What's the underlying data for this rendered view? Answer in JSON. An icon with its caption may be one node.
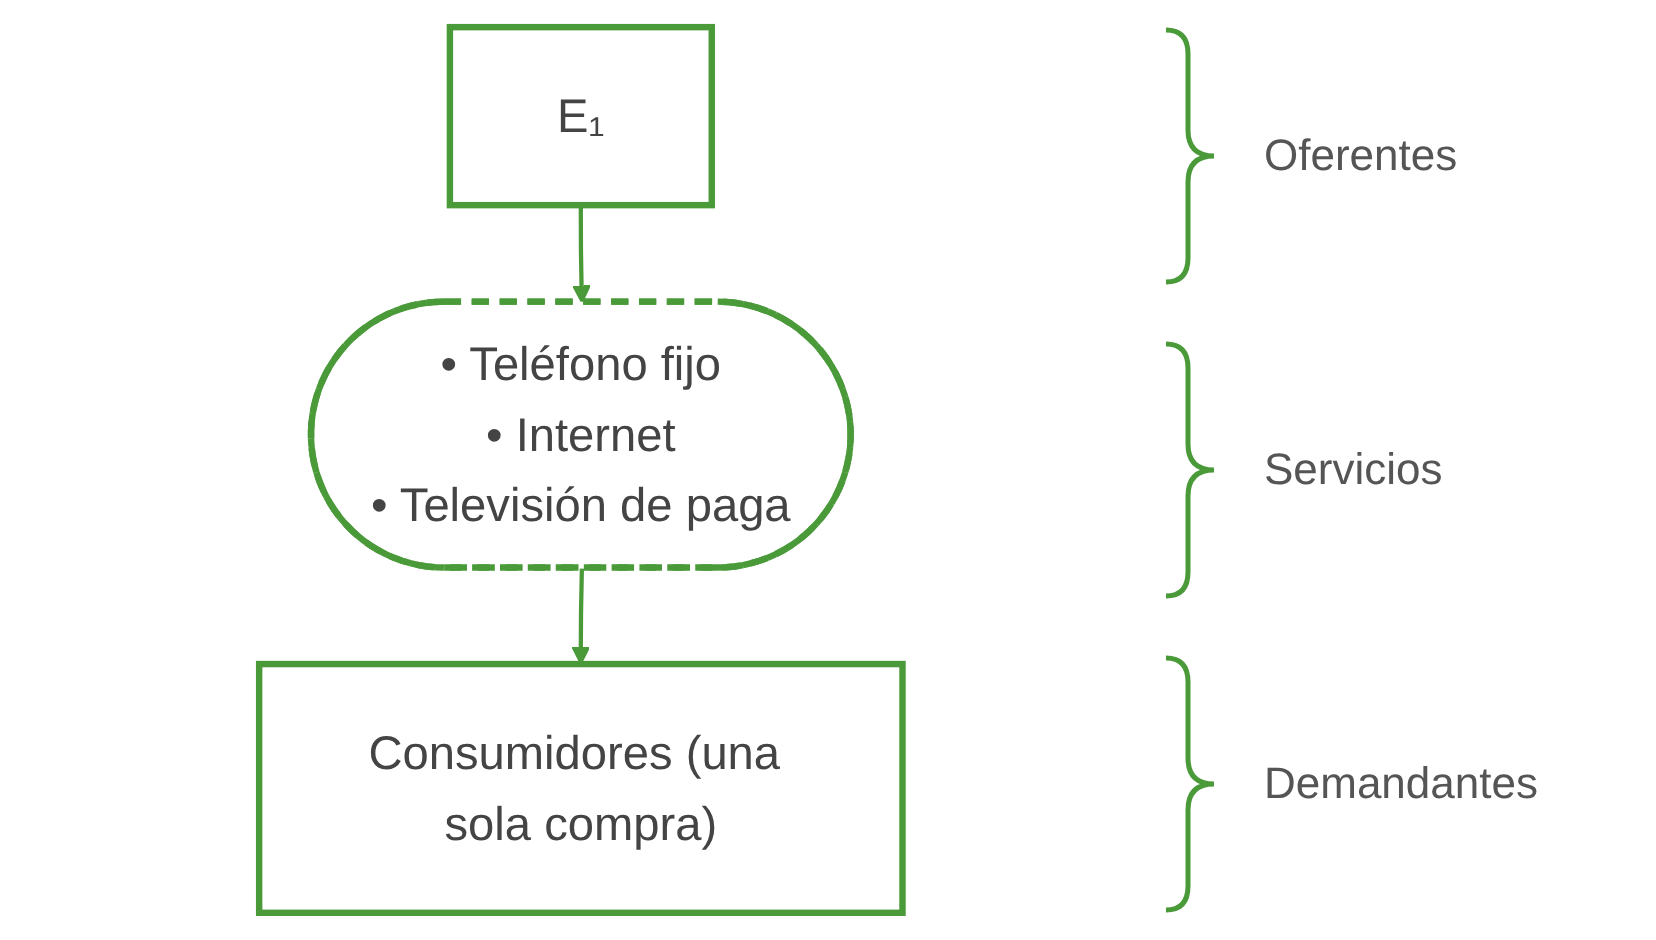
{
  "diagram": {
    "nodes": [
      {
        "text": [
          "E₁"
        ]
      },
      {
        "text": [
          "• Teléfono fijo",
          "• Internet",
          "• Televisión de paga"
        ]
      },
      {
        "text": [
          "Consumidores (una sola compra)"
        ]
      }
    ],
    "edges": [
      {
        "from": 0,
        "to": 1,
        "arrow": "to"
      },
      {
        "from": 1,
        "to": 2,
        "arrow": "to"
      }
    ],
    "labels": [
      "Oferentes",
      "Servicios",
      "Demandantes"
    ]
  }
}
